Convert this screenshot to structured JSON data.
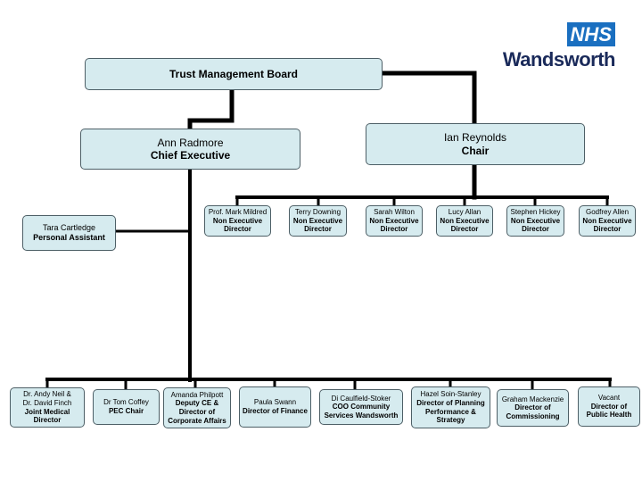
{
  "logo": {
    "nhs": "NHS",
    "org": "Wandsworth"
  },
  "board": {
    "title": "Trust Management Board"
  },
  "chief": {
    "name": "Ann Radmore",
    "role": "Chief Executive"
  },
  "chair": {
    "name": "Ian Reynolds",
    "role": "Chair"
  },
  "assistant": {
    "name": "Tara Cartledge",
    "role": "Personal Assistant"
  },
  "non_exec": [
    {
      "name": "Prof. Mark Mildred",
      "role": "Non Executive",
      "role2": "Director"
    },
    {
      "name": "Terry Downing",
      "role": "Non Executive",
      "role2": "Director"
    },
    {
      "name": "Sarah Wilton",
      "role": "Non Executive",
      "role2": "Director"
    },
    {
      "name": "Lucy Allan",
      "role": "Non Executive",
      "role2": "Director"
    },
    {
      "name": "Stephen Hickey",
      "role": "Non Executive",
      "role2": "Director"
    },
    {
      "name": "Godfrey Allen",
      "role": "Non Executive",
      "role2": "Director"
    }
  ],
  "directors": [
    {
      "lines": [
        "Dr. Andy Neil &",
        "Dr. David Finch"
      ],
      "bold": [
        "Joint Medical",
        "Director"
      ]
    },
    {
      "lines": [
        "Dr Tom Coffey"
      ],
      "bold": [
        "PEC Chair"
      ]
    },
    {
      "lines": [
        "Amanda Philpott"
      ],
      "bold": [
        "Deputy CE &",
        "Director of",
        "Corporate Affairs"
      ]
    },
    {
      "lines": [
        "Paula Swann"
      ],
      "bold": [
        "Director of Finance"
      ]
    },
    {
      "lines": [
        "Di Caulfield-Stoker"
      ],
      "bold": [
        "COO Community",
        "Services Wandsworth"
      ]
    },
    {
      "lines": [
        "Hazel Soin-Stanley"
      ],
      "bold": [
        "Director of Planning",
        "Performance &",
        "Strategy"
      ]
    },
    {
      "lines": [
        "Graham Mackenzie"
      ],
      "bold": [
        "Director of",
        "Commissioning"
      ]
    },
    {
      "lines": [
        "Vacant"
      ],
      "bold": [
        "Director of",
        "Public Health"
      ]
    }
  ],
  "colors": {
    "box_fill": "#d6ebef",
    "box_border": "#4d5f66",
    "connector": "#000000",
    "nhs_blue": "#1a6fc0"
  }
}
